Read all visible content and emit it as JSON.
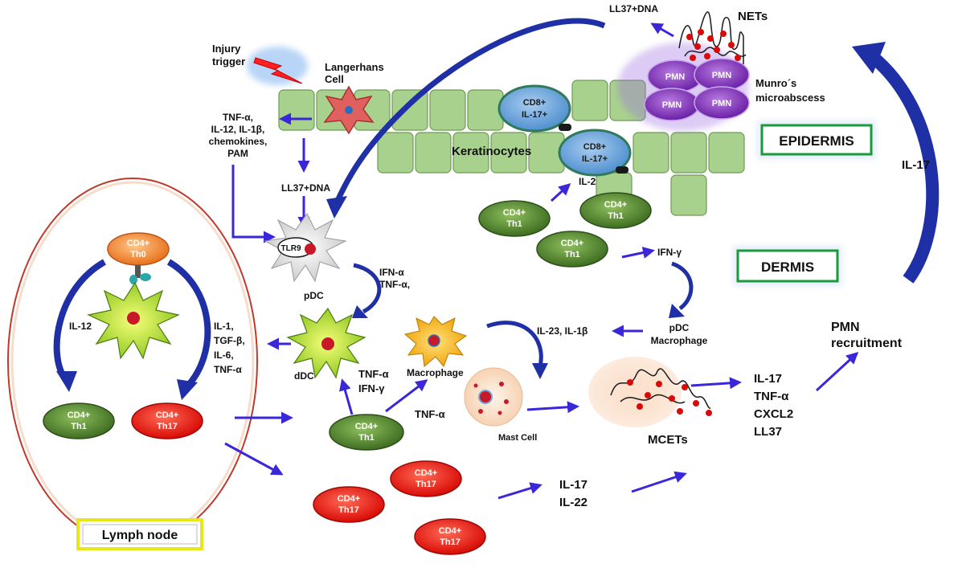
{
  "labels": {
    "injury_trigger": [
      "Injury",
      "trigger"
    ],
    "langerhans_cell": [
      "Langerhans",
      "Cell"
    ],
    "ll37_dna_top": "LL37+DNA",
    "nets": "NETs",
    "munros": [
      "Munro´s",
      "microabscess"
    ],
    "epidermis": "EPIDERMIS",
    "dermis": "DERMIS",
    "lymph_node": "Lymph node",
    "keratinocytes": "Keratinocytes",
    "il2": "IL-2",
    "il17_right": "IL-17",
    "pmn_recruitment": [
      "PMN",
      "recruitment"
    ],
    "cytokines_left": [
      "TNF-α,",
      "IL-12, IL-1β,",
      "chemokines,",
      "PAM"
    ],
    "ll37_dna_mid": "LL37+DNA",
    "tlr9": "TLR9",
    "pdc": "pDC",
    "ddc": "dDC",
    "ifn_tnf_right_of_pdc": [
      "IFN-α",
      "TNF-α,"
    ],
    "ifn_gamma": "IFN-γ",
    "pdc_macrophage": [
      "pDC",
      "Macrophage"
    ],
    "il23_il1b": "IL-23, IL-1β",
    "macrophage": "Macrophage",
    "tnf_ifn_near_th1": [
      "TNF-α",
      "IFN-γ"
    ],
    "tnf_alpha_mid": "TNF-α",
    "mast_cell": "Mast Cell",
    "mcets": "MCETs",
    "cytokines_right": [
      "IL-17",
      "TNF-α",
      "CXCL2",
      "LL37"
    ],
    "il17_il22": [
      "IL-17",
      "IL-22"
    ],
    "il12": "IL-12",
    "cytokines_ln": [
      "IL-1,",
      "TGF-β,",
      "IL-6,",
      "TNF-α"
    ]
  },
  "cells": {
    "pmn": "PMN",
    "cd8_il17": [
      "CD8+",
      "IL-17+"
    ],
    "cd4_th1": [
      "CD4+",
      "Th1"
    ],
    "cd4_th0": [
      "CD4+",
      "Th0"
    ],
    "cd4_th17": [
      "CD4+",
      "Th17"
    ]
  },
  "colors": {
    "arrow": "#3a27d9",
    "keratinocyte": "#a9d18e",
    "th1": "#5e8a3a",
    "th17": "#e8140f",
    "th0": "#f0802a",
    "pmn": "#7b2fb5",
    "cd8": "#6fa8dc",
    "curved_arrow": "#1f2fa5"
  }
}
